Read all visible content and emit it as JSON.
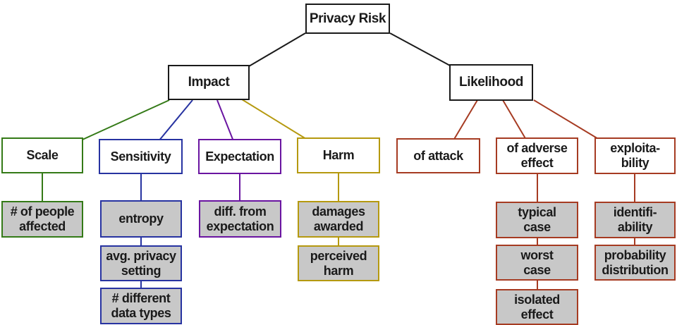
{
  "diagram": {
    "title": "Privacy Risk decomposition tree",
    "colors": {
      "branch_black": "#1a1a1a",
      "scale_green": "#347a17",
      "sensitivity_blue": "#2733a1",
      "expectation_purple": "#6a15a1",
      "harm_gold": "#b5990f",
      "likelihood_red": "#a63b22",
      "leaf_fill": "#c8c8c8",
      "node_fill": "#ffffff",
      "text": "#1a1a1a"
    },
    "nodes": {
      "root": {
        "label": "Privacy Risk"
      },
      "impact": {
        "label": "Impact"
      },
      "likelihood": {
        "label": "Likelihood"
      },
      "scale": {
        "label": "Scale"
      },
      "sensitivity": {
        "label": "Sensitivity"
      },
      "expectation": {
        "label": "Expectation"
      },
      "harm": {
        "label": "Harm"
      },
      "of_attack": {
        "label": "of attack"
      },
      "of_adverse_effect": {
        "label": "of adverse\neffect"
      },
      "exploitability": {
        "label": "exploita-\nbility"
      },
      "people_affected": {
        "label": "# of people\naffected"
      },
      "entropy": {
        "label": "entropy"
      },
      "avg_privacy_setting": {
        "label": "avg. privacy\nsetting"
      },
      "different_data_types": {
        "label": "# different\ndata types"
      },
      "diff_from_expectation": {
        "label": "diff. from\nexpectation"
      },
      "damages_awarded": {
        "label": "damages\nawarded"
      },
      "perceived_harm": {
        "label": "perceived\nharm"
      },
      "typical_case": {
        "label": "typical\ncase"
      },
      "worst_case": {
        "label": "worst\ncase"
      },
      "isolated_effect": {
        "label": "isolated\neffect"
      },
      "identifiability": {
        "label": "identifi-\nability"
      },
      "probability_distribution": {
        "label": "probability\ndistribution"
      }
    },
    "structure": {
      "root": [
        "impact",
        "likelihood"
      ],
      "impact": [
        "scale",
        "sensitivity",
        "expectation",
        "harm"
      ],
      "likelihood": [
        "of_attack",
        "of_adverse_effect",
        "exploitability"
      ],
      "scale": [
        "people_affected"
      ],
      "sensitivity": [
        "entropy",
        "avg_privacy_setting",
        "different_data_types"
      ],
      "expectation": [
        "diff_from_expectation"
      ],
      "harm": [
        "damages_awarded",
        "perceived_harm"
      ],
      "of_adverse_effect": [
        "typical_case",
        "worst_case",
        "isolated_effect"
      ],
      "exploitability": [
        "identifiability",
        "probability_distribution"
      ]
    }
  }
}
